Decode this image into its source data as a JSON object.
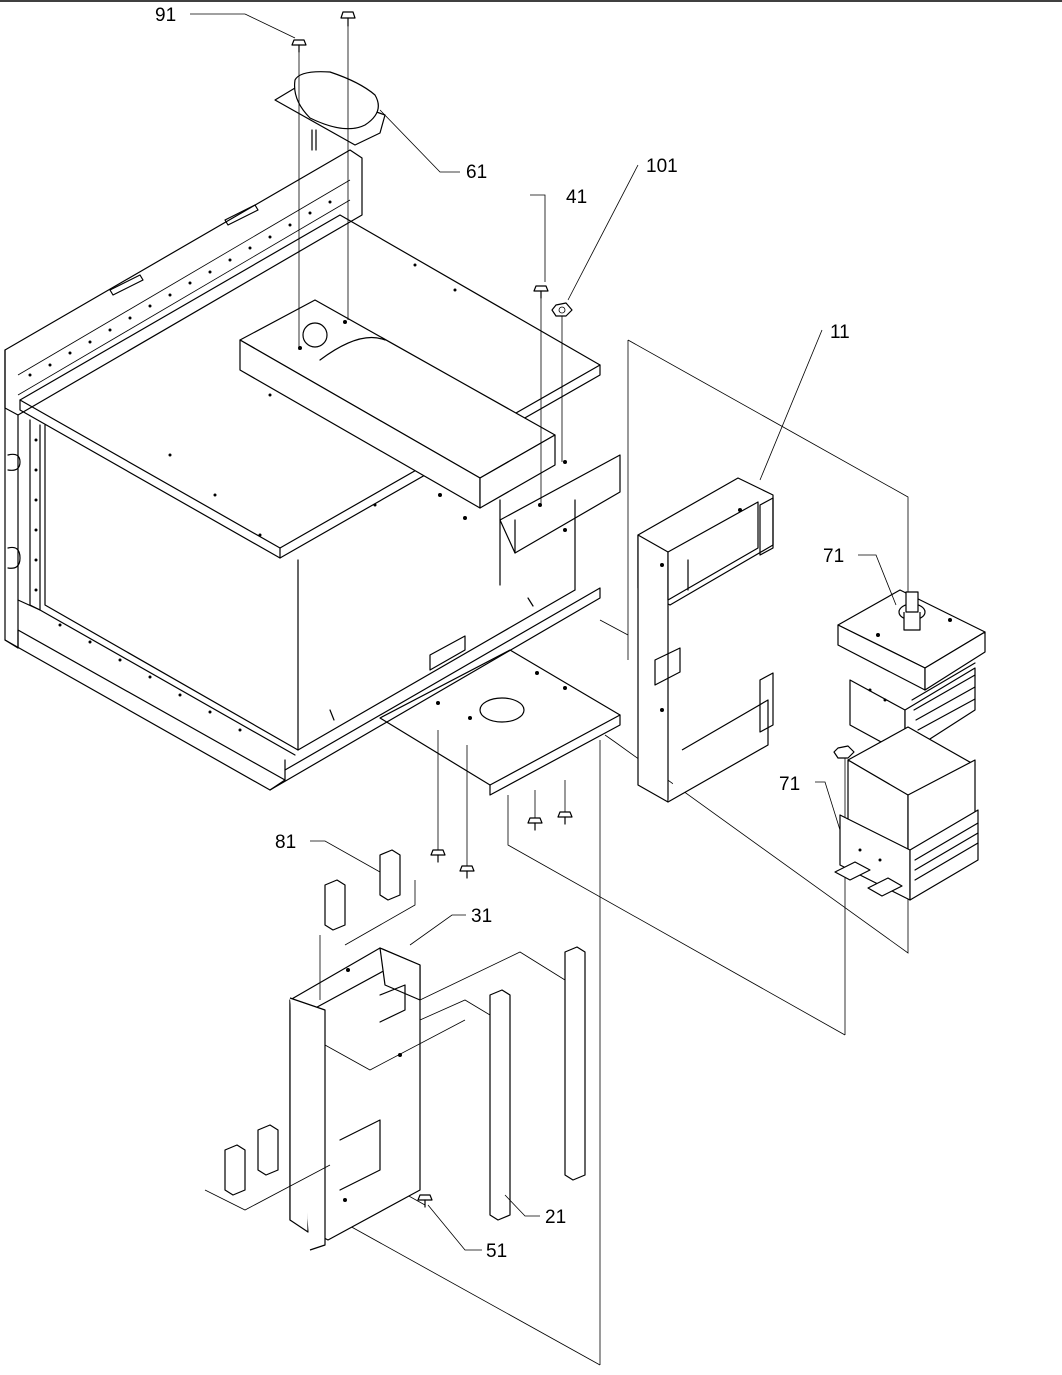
{
  "callouts": [
    {
      "id": "c91",
      "label": "91"
    },
    {
      "id": "c61",
      "label": "61"
    },
    {
      "id": "c101",
      "label": "101"
    },
    {
      "id": "c41",
      "label": "41"
    },
    {
      "id": "c11",
      "label": "11"
    },
    {
      "id": "c71a",
      "label": "71"
    },
    {
      "id": "c71b",
      "label": "71"
    },
    {
      "id": "c81",
      "label": "81"
    },
    {
      "id": "c31",
      "label": "31"
    },
    {
      "id": "c21",
      "label": "21"
    },
    {
      "id": "c51",
      "label": "51"
    }
  ]
}
